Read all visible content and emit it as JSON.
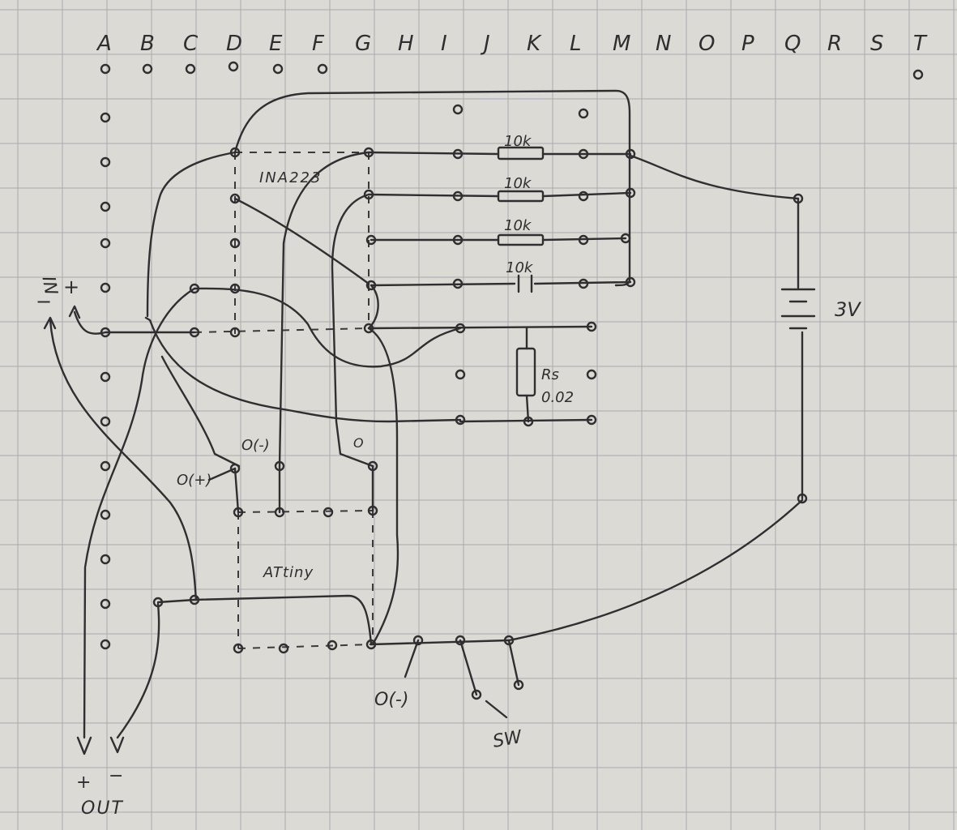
{
  "column_letters": [
    "A",
    "B",
    "C",
    "D",
    "E",
    "F",
    "G",
    "H",
    "I",
    "J",
    "K",
    "L",
    "M",
    "N",
    "O",
    "P",
    "Q",
    "R",
    "S",
    "T"
  ],
  "labels": {
    "in": "IN",
    "in_minus": "−",
    "in_plus": "+",
    "chip1": "INA223",
    "chip2": "ATtiny",
    "r1": "10k",
    "r2": "10k",
    "r3": "10k",
    "r4": "10k",
    "rs": "Rs",
    "rs_value": "0.02",
    "battery": "3V",
    "o_minus_top": "O(-)",
    "o_plus_left": "O(+)",
    "o_minus_bottom": "O(-)",
    "o_circle": "O",
    "switch": "SW",
    "out_plus": "+",
    "out_minus": "−",
    "out": "OUT"
  },
  "colors": {
    "paper": "#dcdad4",
    "grid": "#a9aab0",
    "ink": "#2f2f31"
  }
}
